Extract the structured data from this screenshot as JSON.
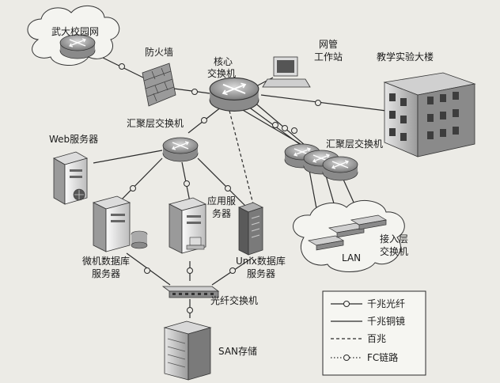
{
  "labels": {
    "campus_net": "武大校园网",
    "firewall": "防火墙",
    "core_switch_1": "核心",
    "core_switch_2": "交换机",
    "nms_1": "网管",
    "nms_2": "工作站",
    "teaching_building": "教学实验大楼",
    "web_server": "Web服务器",
    "agg_switch_left": "汇聚层交换机",
    "agg_switch_right": "汇聚层交换机",
    "app_server_1": "应用服",
    "app_server_2": "务器",
    "micro_db_1": "微机数据库",
    "micro_db_2": "服务器",
    "unix_db_1": "Unix数据库",
    "unix_db_2": "服务器",
    "lan": "LAN",
    "access_switch_1": "接入层",
    "access_switch_2": "交换机",
    "fiber_switch": "光纤交换机",
    "san": "SAN存储"
  },
  "legend": {
    "gig_fiber": "千兆光纤",
    "gig_copper": "千兆铜镜",
    "hundred_meg": "百兆",
    "fc_link": "FC链路"
  },
  "colors": {
    "line": "#2a2a2a",
    "device_light": "#f2f2f2",
    "device_dark": "#6b6b6b",
    "background": "#ecebe6"
  }
}
